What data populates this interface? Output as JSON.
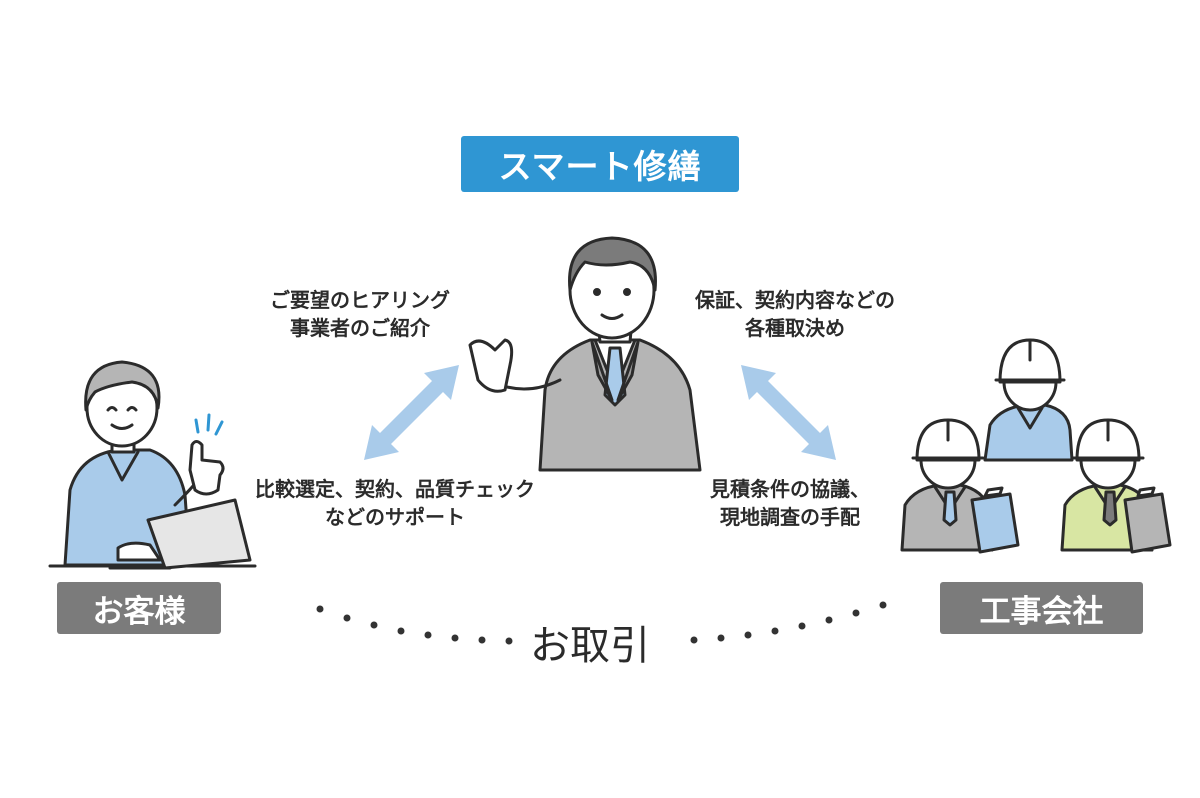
{
  "title": "スマート修繕",
  "left_top_note": [
    "ご要望のヒアリング",
    "事業者のご紹介"
  ],
  "right_top_note": [
    "保証、契約内容などの",
    "各種取決め"
  ],
  "left_bottom_note": [
    "比較選定、契約、品質チェック",
    "などのサポート"
  ],
  "right_bottom_note": [
    "見積条件の協議、",
    "現地調査の手配"
  ],
  "customer_label": "お客様",
  "contractor_label": "工事会社",
  "deal_label": "お取引",
  "colors": {
    "title_bg": "#2f96d3",
    "label_bg": "#7b7b7b",
    "arrow": "#a9cbea",
    "shirt_blue": "#a9cbea",
    "suit_gray": "#b5b5b5",
    "vest_green": "#d8e6a3"
  }
}
